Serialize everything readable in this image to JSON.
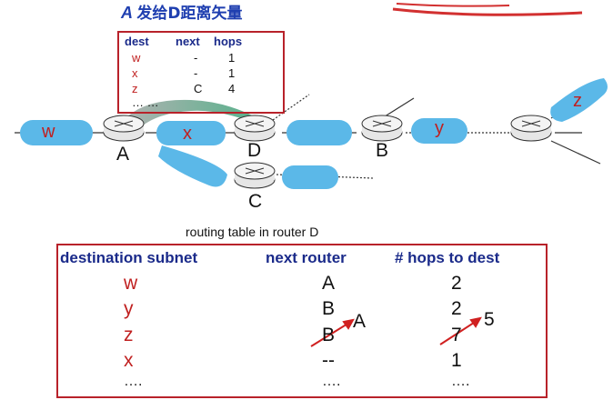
{
  "title": {
    "node": "A",
    "text": "发给D距离矢量"
  },
  "dv_table": {
    "headers": [
      "dest",
      "next",
      "hops"
    ],
    "rows": [
      {
        "dest": "w",
        "next": "-",
        "hops": "1"
      },
      {
        "dest": "x",
        "next": "-",
        "hops": "1"
      },
      {
        "dest": "z",
        "next": "C",
        "hops": "4"
      }
    ],
    "ellipsis": "…    …"
  },
  "networks": {
    "w": "w",
    "x": "x",
    "y": "y",
    "z": "z"
  },
  "routers": {
    "A": "A",
    "B": "B",
    "C": "C",
    "D": "D"
  },
  "routing_table": {
    "caption": "routing table in router D",
    "headers": [
      "destination subnet",
      "next  router",
      "# hops to dest"
    ],
    "rows": [
      {
        "dest": "w",
        "next": "A",
        "hops": "2"
      },
      {
        "dest": "y",
        "next": "B",
        "hops": "2"
      },
      {
        "dest": "z",
        "next": "B",
        "hops": "7"
      },
      {
        "dest": "x",
        "next": "--",
        "hops": "1"
      },
      {
        "dest": "….",
        "next": "….",
        "hops": "…."
      }
    ],
    "updated_next": "A",
    "updated_hops": "5"
  },
  "colors": {
    "network": "#5bb8e8",
    "border": "#b8222a",
    "header": "#1a2a8a",
    "red": "#c02020",
    "arrow": "#3aa87a"
  }
}
